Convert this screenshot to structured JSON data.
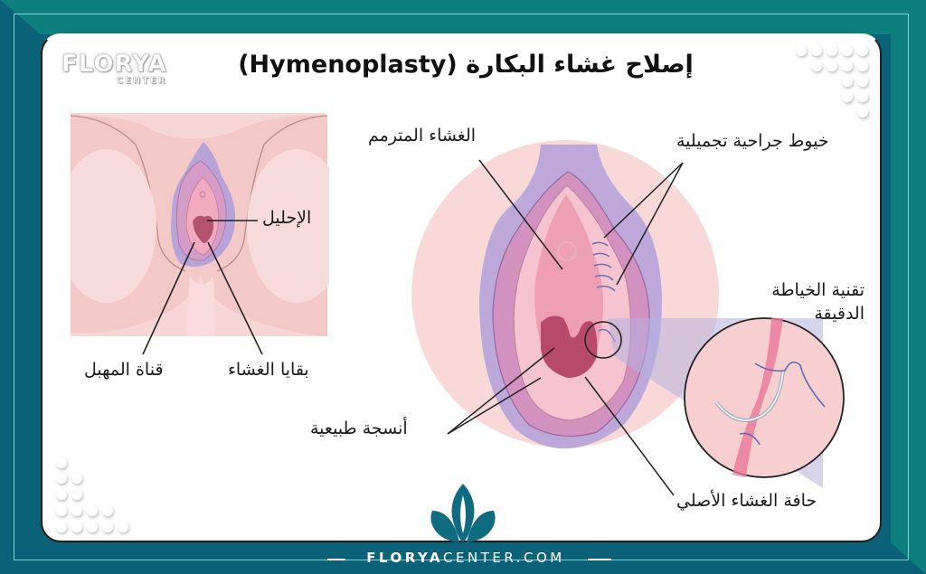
{
  "brand": {
    "logo_main": "FLORYA",
    "logo_sub": "CENTER",
    "website_bold": "FLORYA",
    "website_rest": "CENTER.COM",
    "colors": {
      "frame_teal": "#0d7f7c",
      "frame_dark": "#0b6178",
      "accent_line": "#7fd3d0"
    }
  },
  "title": "إصلاح غشاء البكارة (Hymenoplasty)",
  "left_diagram": {
    "labels": {
      "urethra": "الإحليل",
      "vaginal_canal": "قناة المهبل",
      "hymen_remnants": "بقايا الغشاء"
    }
  },
  "right_diagram": {
    "labels": {
      "restored_hymen": "الغشاء المترمم",
      "cosmetic_sutures": "خيوط جراحية تجميلية",
      "fine_suture_technique_line1": "تقنية الخياطة",
      "fine_suture_technique_line2": "الدقيقة",
      "natural_tissue": "أنسجة طبيعية",
      "original_hymen_edge": "حافة الغشاء الأصلي"
    }
  },
  "icons": [
    "lotus-logo-icon",
    "dot-pattern-top-right",
    "dot-pattern-bottom-left",
    "arrow-right-icon",
    "arrow-left-icon"
  ]
}
